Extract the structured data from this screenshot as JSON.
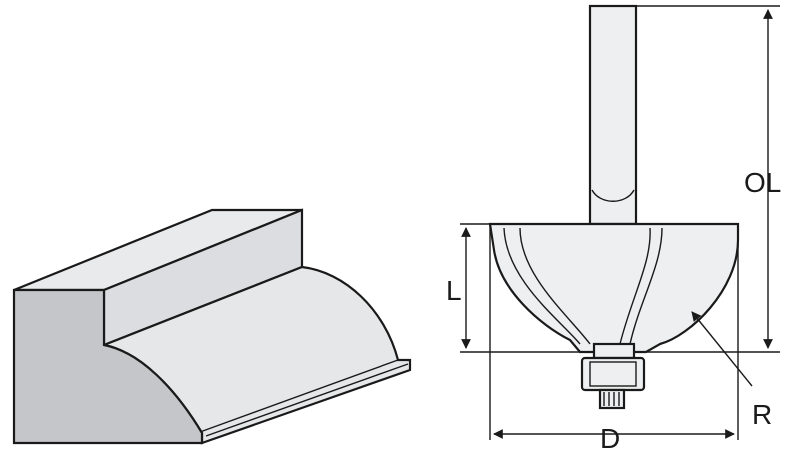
{
  "dimensions": {
    "overall_length": "OL",
    "cutting_length": "L",
    "radius": "R",
    "diameter": "D"
  },
  "colors": {
    "profile_face": "#c4c6c9",
    "moulding_top": "#e9eaeb",
    "moulding_side": "#dcdde0",
    "moulding_curve": "#e6e7e8",
    "bit_fill": "#eeeff0",
    "outline": "#1a1a1a"
  }
}
